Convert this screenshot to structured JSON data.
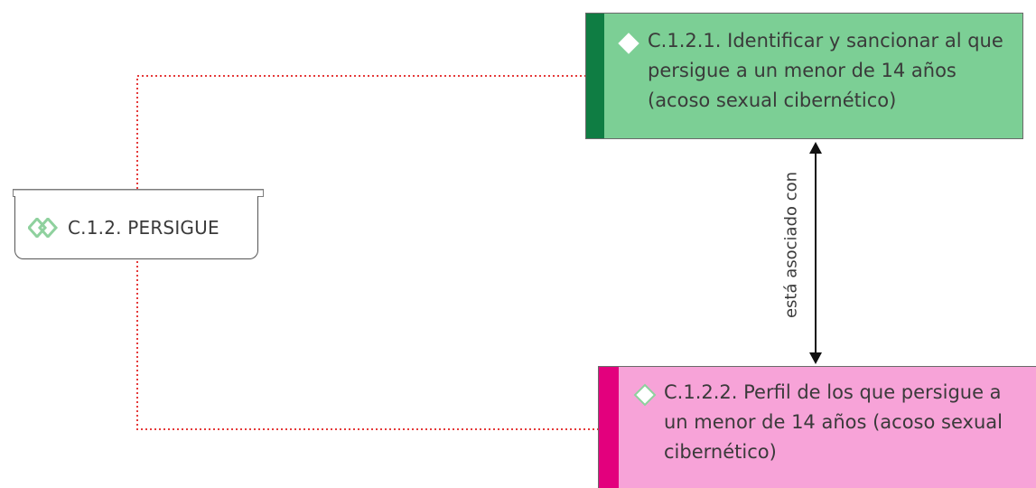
{
  "parent": {
    "label": "C.1.2. PERSIGUE",
    "icon": "double-diamond-icon"
  },
  "children": [
    {
      "label": "C.1.2.1.  Identificar y sancionar al que persigue a un menor de 14 años (acoso sexual cibernético)",
      "fill": "#7ccf95",
      "bar": "#0f7d43"
    },
    {
      "label": "C.1.2.2. Perfil de los que persigue a un menor de 14 años (acoso sexual cibernético)",
      "fill": "#f7a3d8",
      "bar": "#e3007d"
    }
  ],
  "relation": {
    "label": "está asociado con"
  },
  "colors": {
    "connector": "#e53a3a",
    "icon_green": "#8fd19e"
  }
}
